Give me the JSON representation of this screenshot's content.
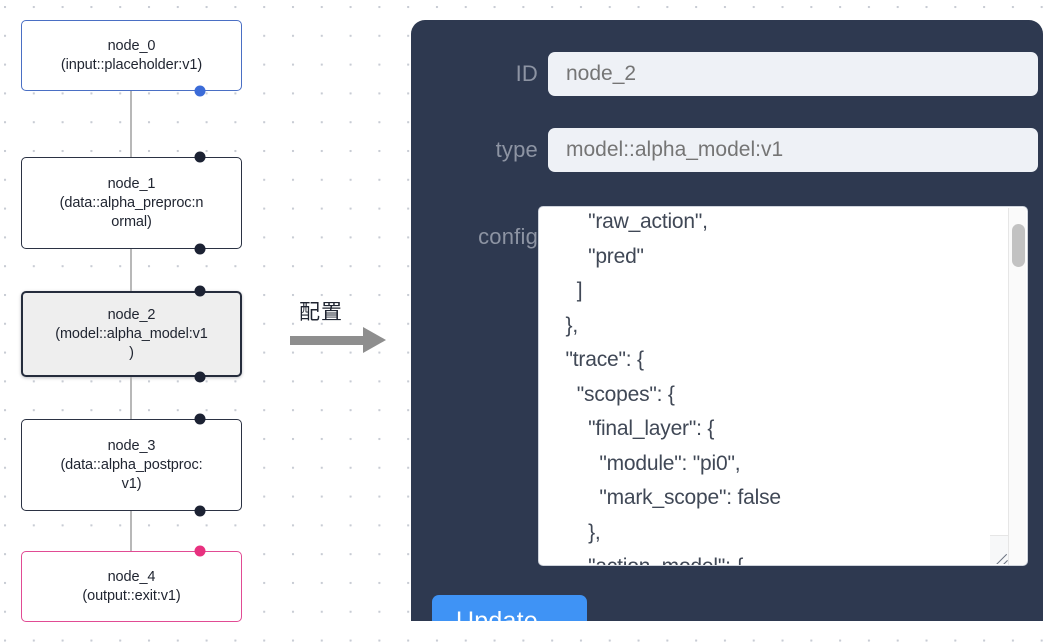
{
  "canvas": {
    "background_color": "#ffffff",
    "grid_dot_color": "#c8ccd4"
  },
  "graph": {
    "nodes": [
      {
        "id": "node_0",
        "title": "node_0",
        "subtitle": "(input::placeholder:v1)",
        "kind": "input",
        "border_color": "#4a6fc4",
        "selected": false
      },
      {
        "id": "node_1",
        "title": "node_1",
        "subtitle": "(data::alpha_preproc:n",
        "subtitle2": "ormal)",
        "kind": "default",
        "border_color": "#2b3243",
        "selected": false
      },
      {
        "id": "node_2",
        "title": "node_2",
        "subtitle": "(model::alpha_model:v1",
        "subtitle2": ")",
        "kind": "default",
        "border_color": "#252c3c",
        "selected": true
      },
      {
        "id": "node_3",
        "title": "node_3",
        "subtitle": "(data::alpha_postproc:",
        "subtitle2": "v1)",
        "kind": "default",
        "border_color": "#2b3243",
        "selected": false
      },
      {
        "id": "node_4",
        "title": "node_4",
        "subtitle": "(output::exit:v1)",
        "kind": "output",
        "border_color": "#e14b94",
        "selected": false
      }
    ],
    "handle_colors": {
      "default": "#1c2233",
      "input": "#3b6bd8",
      "output": "#e8317f"
    },
    "edge_color": "#b8b8b8"
  },
  "arrow": {
    "caption": "配置",
    "color": "#8e8e8e"
  },
  "inspector": {
    "background_color": "#2e3950",
    "fields": {
      "id": {
        "label": "ID",
        "value": "node_2",
        "placeholder": "node_2"
      },
      "type": {
        "label": "type",
        "value": "model::alpha_model:v1",
        "placeholder": "model::alpha_model:v1"
      },
      "config": {
        "label": "config",
        "value": "        \"raw_action\",\n        \"pred\"\n      ]\n    },\n    \"trace\": {\n      \"scopes\": {\n        \"final_layer\": {\n          \"module\": \"pi0\",\n          \"mark_scope\": false\n        },\n        \"action_model\": {"
      }
    },
    "update_button": {
      "label": "Update",
      "color": "#3f93f5"
    },
    "scrollbar": {
      "thumb_color": "#c2c2c2"
    }
  }
}
